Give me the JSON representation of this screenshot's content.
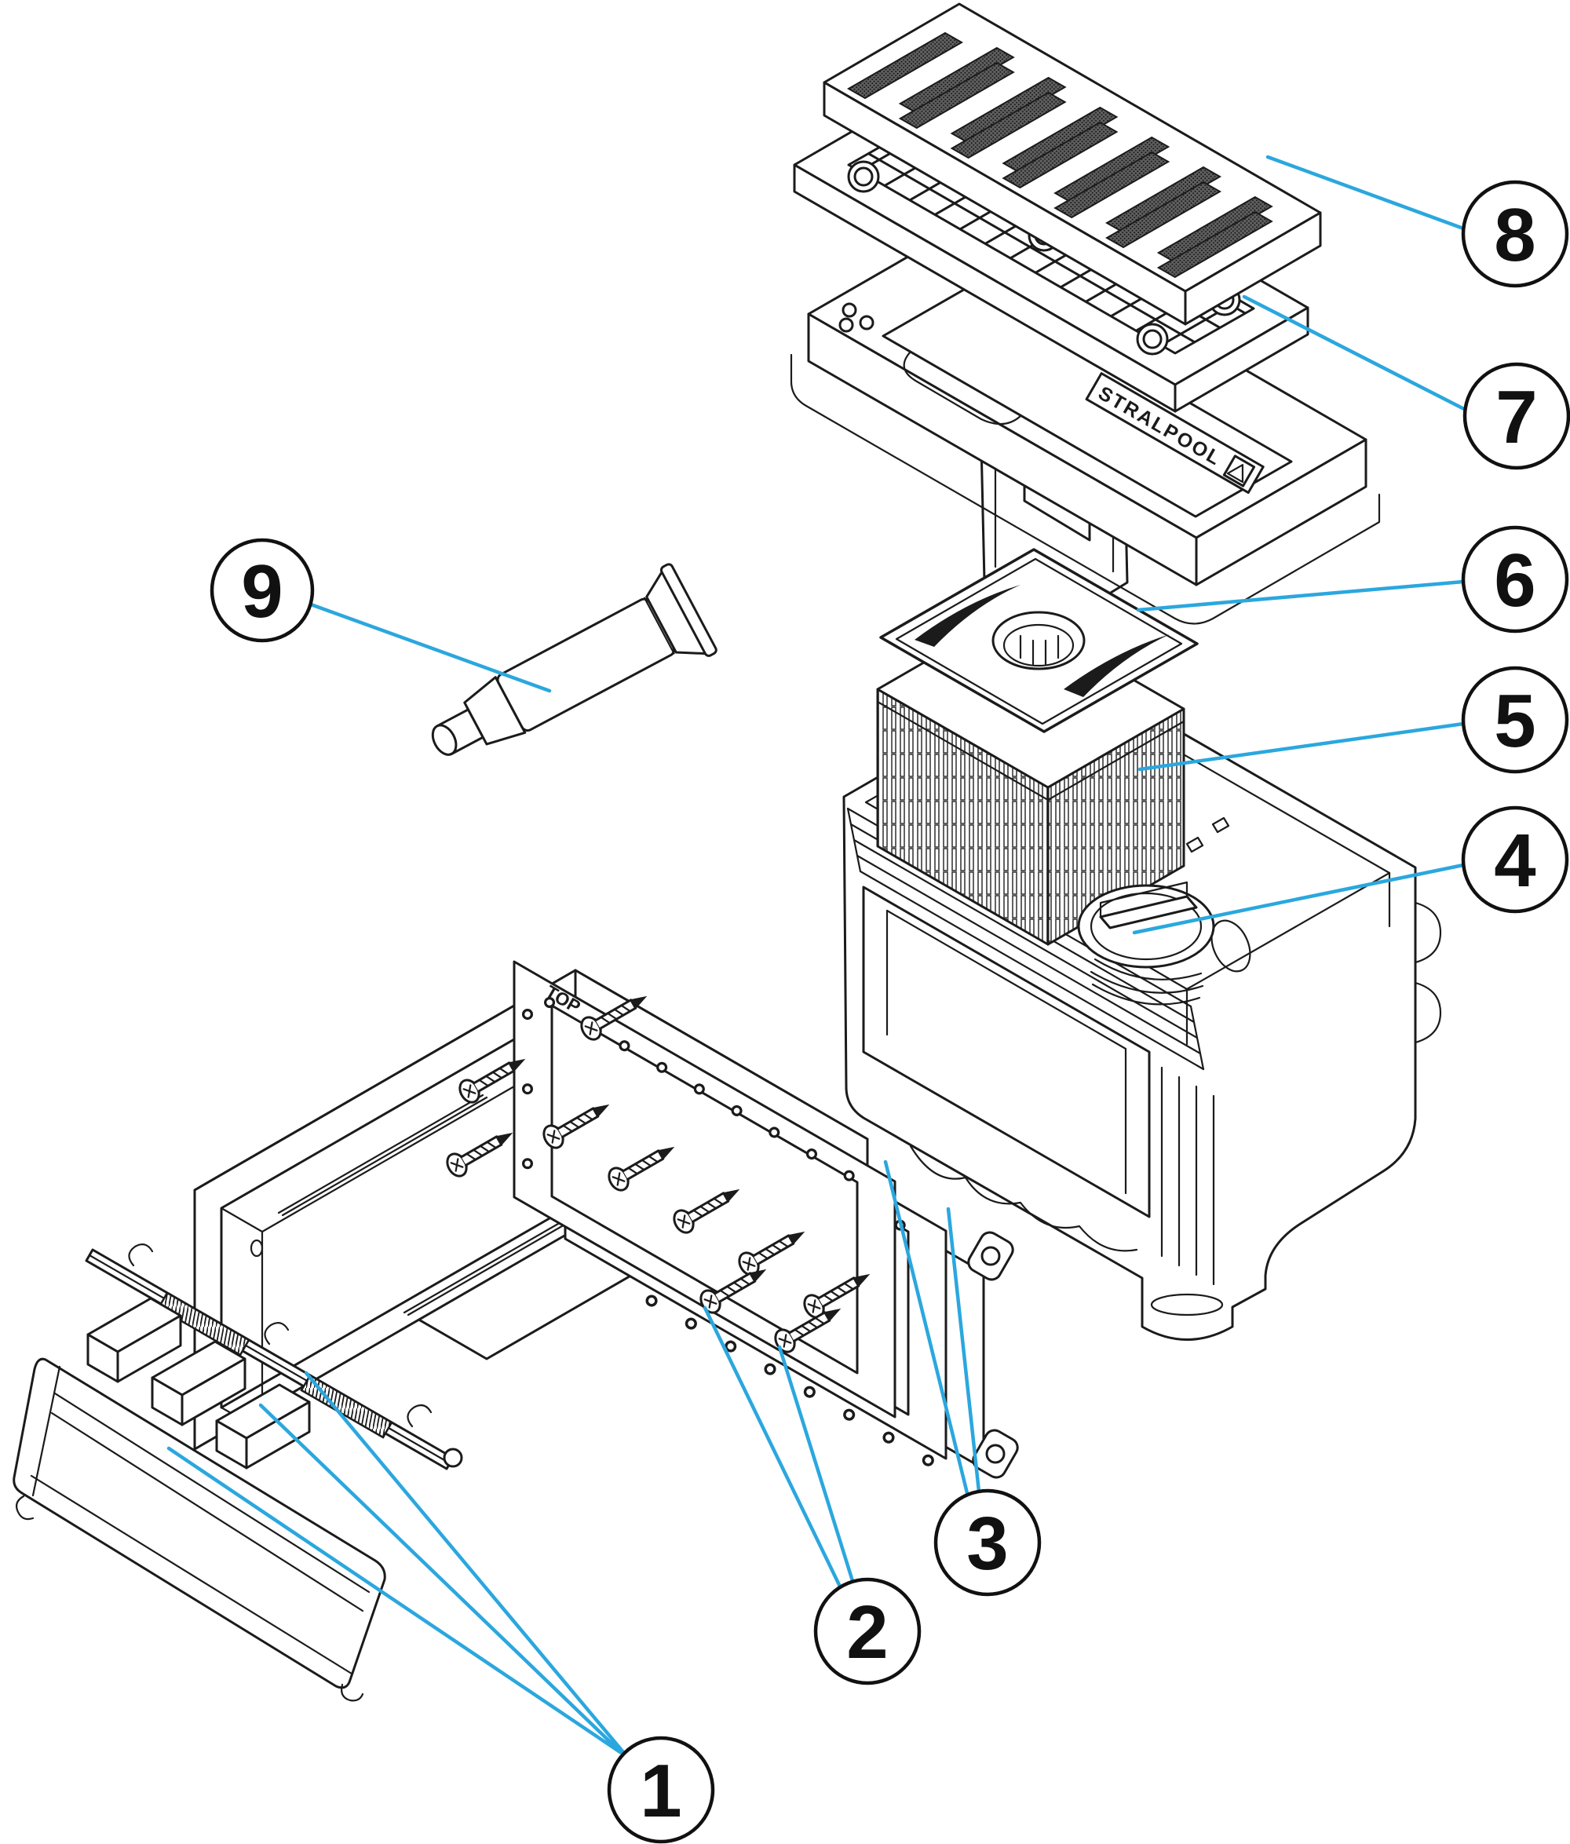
{
  "diagram": {
    "callouts": [
      {
        "number": "1"
      },
      {
        "number": "2"
      },
      {
        "number": "3"
      },
      {
        "number": "4"
      },
      {
        "number": "5"
      },
      {
        "number": "6"
      },
      {
        "number": "7"
      },
      {
        "number": "8"
      },
      {
        "number": "9"
      }
    ],
    "labels": {
      "brand": "STRALPOOL",
      "gasket_marking": "TOP"
    },
    "colors": {
      "line": "#1b1b1b",
      "leader": "#2BA7DE",
      "background": "#ffffff",
      "slot_halftone": "#5f5f5f"
    }
  }
}
